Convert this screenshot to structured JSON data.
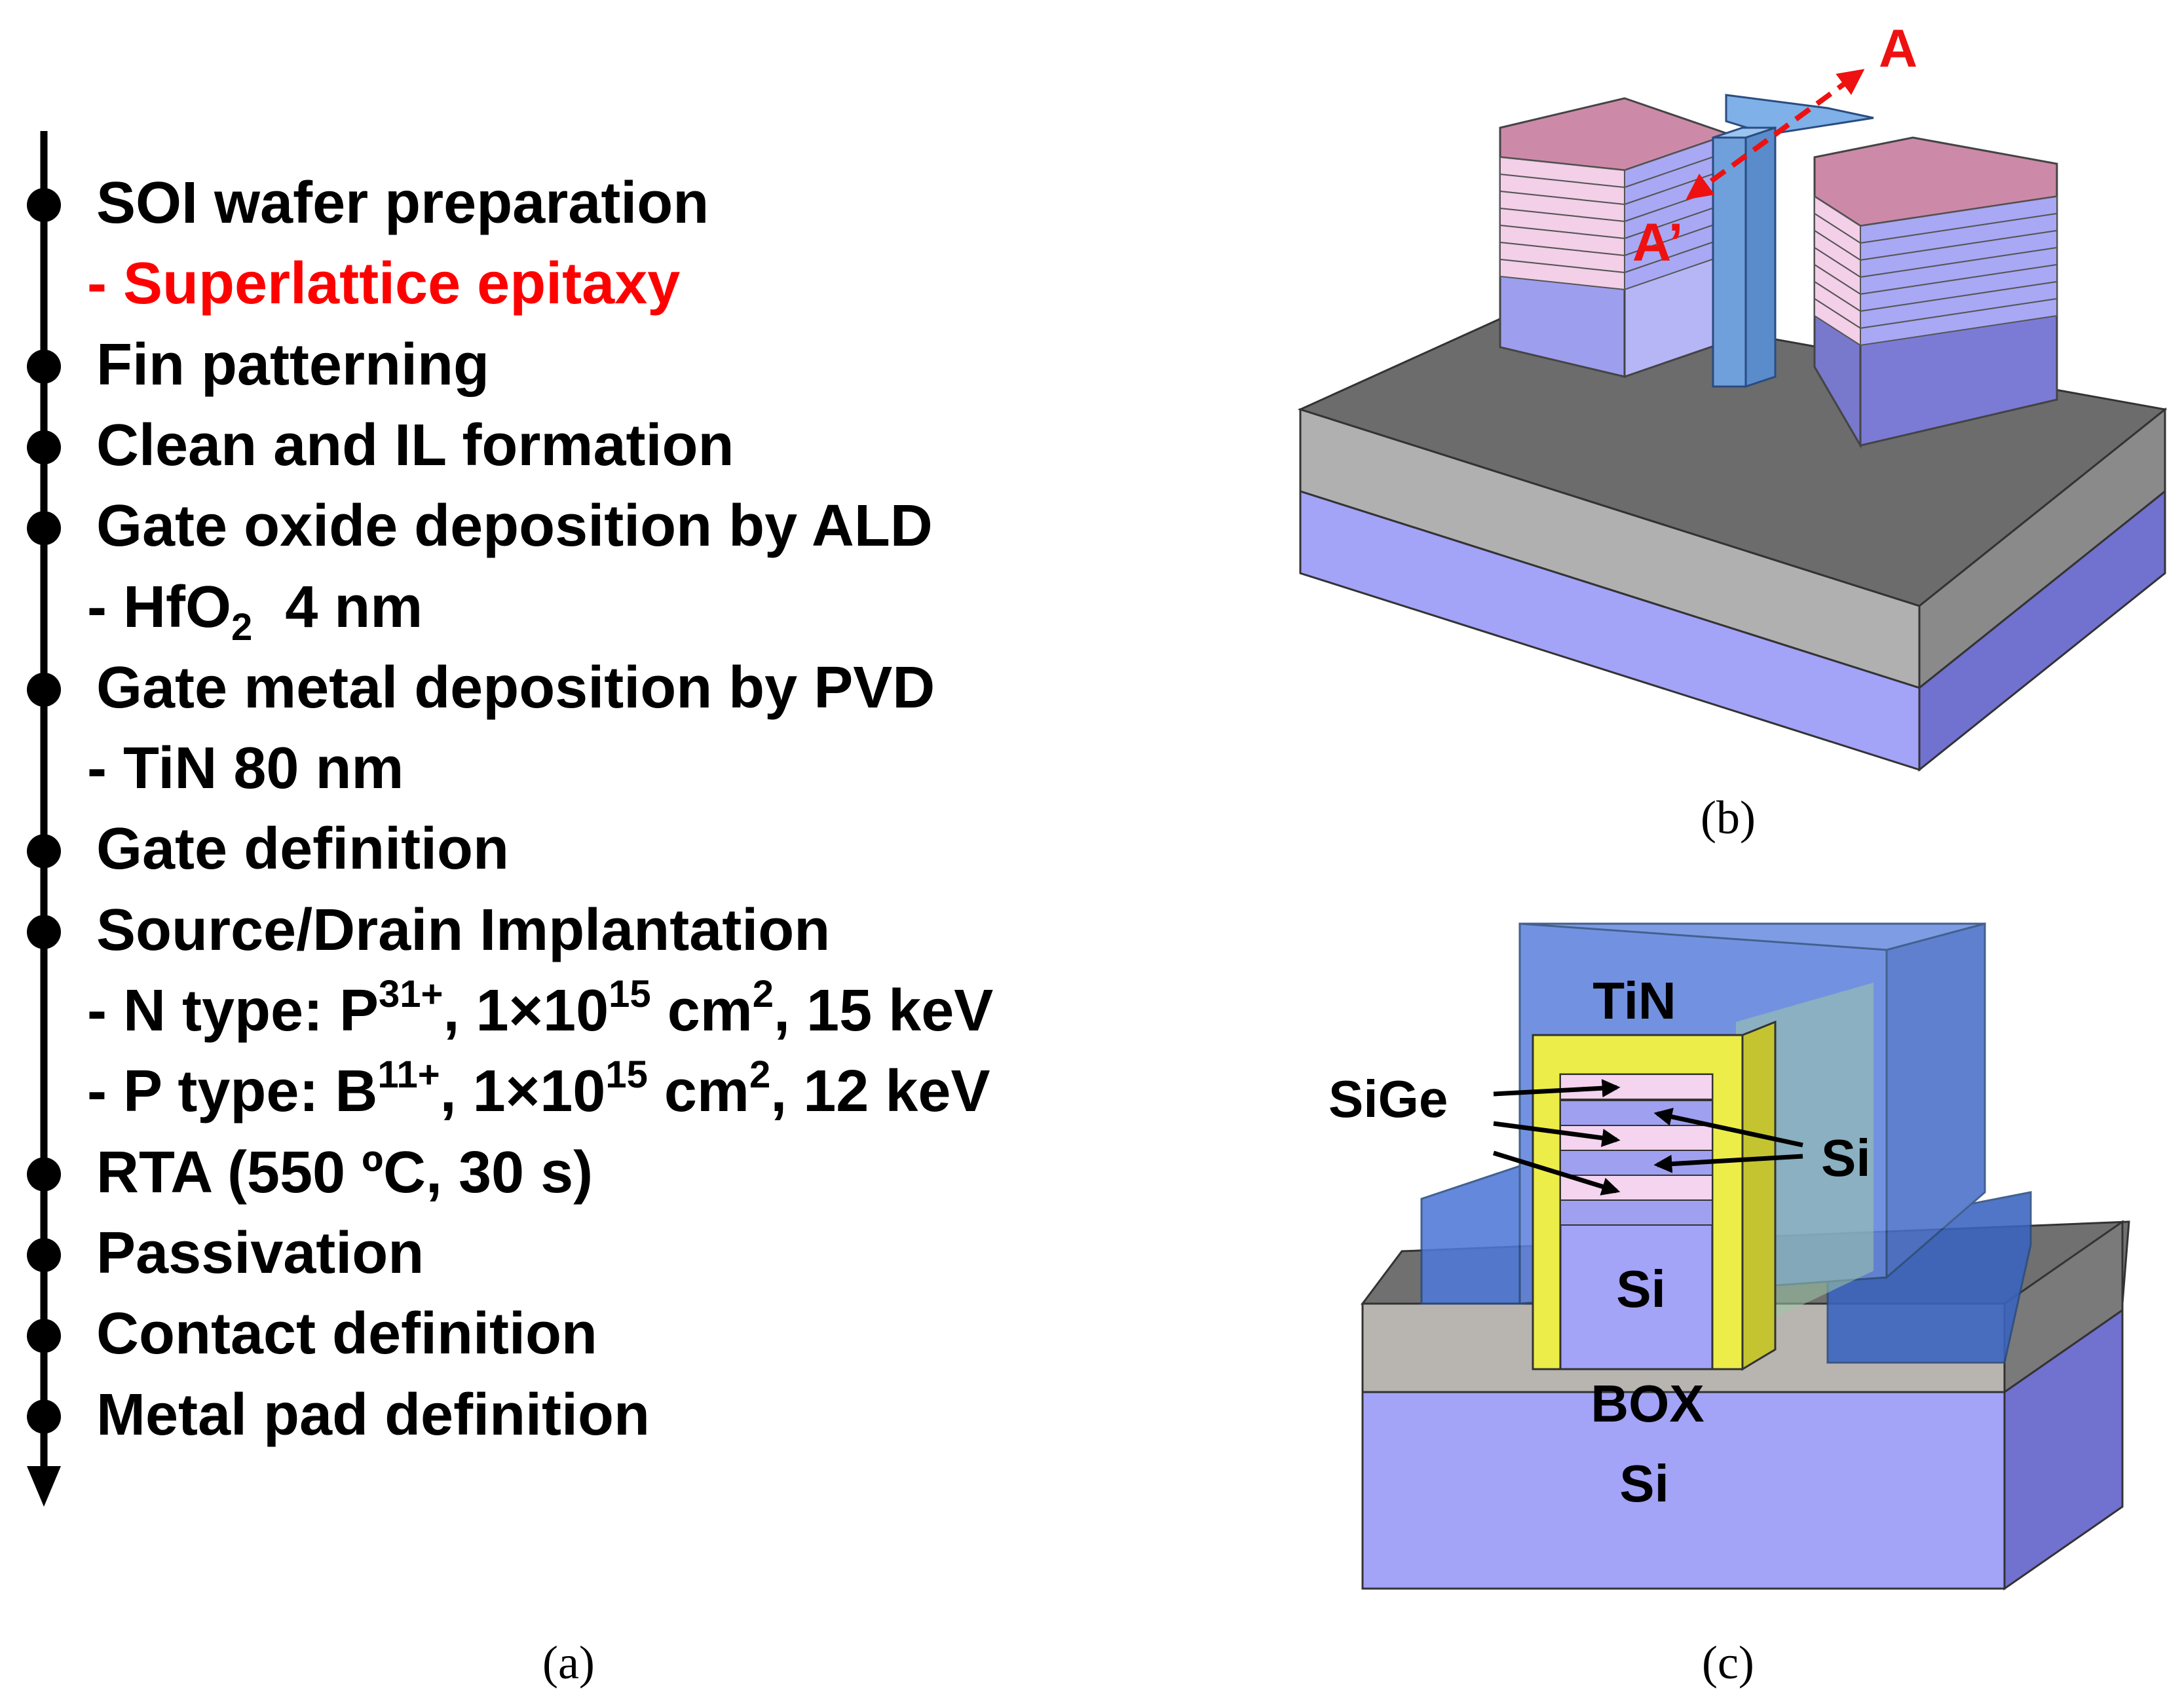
{
  "process_flow": {
    "steps": [
      {
        "text": "SOI wafer preparation",
        "bullet": true,
        "highlight": false
      },
      {
        "text": "- Superlattice epitaxy",
        "bullet": false,
        "highlight": true
      },
      {
        "text": "Fin patterning",
        "bullet": true,
        "highlight": false
      },
      {
        "text": "Clean and IL formation",
        "bullet": true,
        "highlight": false
      },
      {
        "text": "Gate oxide deposition by ALD",
        "bullet": true,
        "highlight": false
      },
      {
        "parts": [
          {
            "t": "- HfO"
          },
          {
            "sub": "2"
          },
          {
            "t": "  4 nm"
          }
        ],
        "bullet": false,
        "highlight": false
      },
      {
        "text": "Gate metal deposition by PVD",
        "bullet": true,
        "highlight": false
      },
      {
        "text": "- TiN  80 nm",
        "bullet": false,
        "highlight": false
      },
      {
        "text": "Gate definition",
        "bullet": true,
        "highlight": false
      },
      {
        "text": "Source/Drain Implantation",
        "bullet": true,
        "highlight": false
      },
      {
        "parts": [
          {
            "t": "- N type: P"
          },
          {
            "sup": "31+"
          },
          {
            "t": ", 1×10"
          },
          {
            "sup": "15"
          },
          {
            "t": " cm"
          },
          {
            "sup": "2"
          },
          {
            "t": ", 15 keV"
          }
        ],
        "bullet": false,
        "highlight": false
      },
      {
        "parts": [
          {
            "t": "- P type: B"
          },
          {
            "sup": "11+"
          },
          {
            "t": ", 1×10"
          },
          {
            "sup": "15"
          },
          {
            "t": " cm"
          },
          {
            "sup": "2"
          },
          {
            "t": ", 12 keV"
          }
        ],
        "bullet": false,
        "highlight": false
      },
      {
        "text": "RTA (550 ºC, 30 s)",
        "bullet": true,
        "highlight": false
      },
      {
        "text": "Passivation",
        "bullet": true,
        "highlight": false
      },
      {
        "text": "Contact definition",
        "bullet": true,
        "highlight": false
      },
      {
        "text": "Metal pad definition",
        "bullet": true,
        "highlight": false
      }
    ]
  },
  "captions": {
    "a": "(a)",
    "b": "(b)",
    "c": "(c)"
  },
  "panel_b": {
    "label_a": "A",
    "label_a_prime": "A’"
  },
  "panel_c": {
    "label_tin": "TiN",
    "label_sige": "SiGe",
    "label_si_layers": "Si",
    "label_si_fin": "Si",
    "label_box": "BOX",
    "label_si_substrate": "Si"
  },
  "colors": {
    "text": "#000000",
    "highlight": "#ff0000",
    "si": "#a3a3f8",
    "sige": "#f6d4ef",
    "box": "#a9a9a9",
    "tin": "#6a8fe0",
    "hfo2": "#eeee44"
  }
}
